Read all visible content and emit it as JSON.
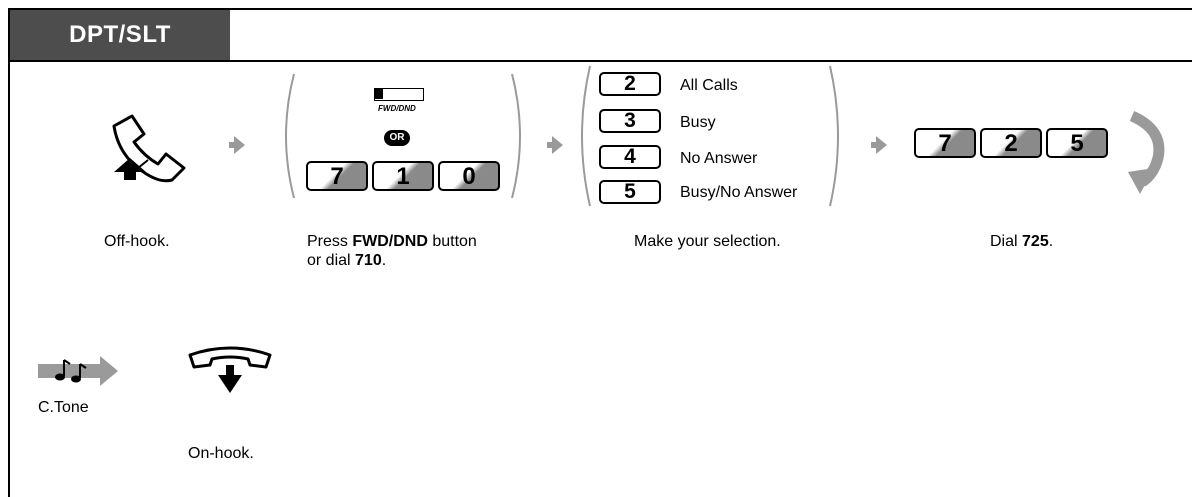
{
  "header": {
    "title": "DPT/SLT"
  },
  "steps": [
    {
      "caption": "Off-hook."
    },
    {
      "caption_prefix": "Press ",
      "caption_bold": "FWD/DND",
      "caption_mid": " button",
      "caption_line2_prefix": "or dial ",
      "caption_line2_bold": "710",
      "caption_line2_suffix": ".",
      "button_label": "FWD/DND",
      "or_label": "OR",
      "keys": [
        "7",
        "1",
        "0"
      ]
    },
    {
      "caption": "Make  your selection.",
      "options": [
        {
          "key": "2",
          "label": "All Calls"
        },
        {
          "key": "3",
          "label": "Busy"
        },
        {
          "key": "4",
          "label": "No Answer"
        },
        {
          "key": "5",
          "label": "Busy/No Answer"
        }
      ]
    },
    {
      "caption_prefix": "Dial ",
      "caption_bold": "725",
      "caption_suffix": ".",
      "keys": [
        "7",
        "2",
        "5"
      ]
    },
    {
      "tone_label": "C.Tone"
    },
    {
      "caption": "On-hook."
    }
  ],
  "icons": {
    "offhook": "off-hook-handset-icon",
    "onhook": "on-hook-handset-icon",
    "step_arrow": "step-arrow-icon",
    "tone": "confirmation-tone-icon",
    "return": "return-arrow-icon"
  }
}
